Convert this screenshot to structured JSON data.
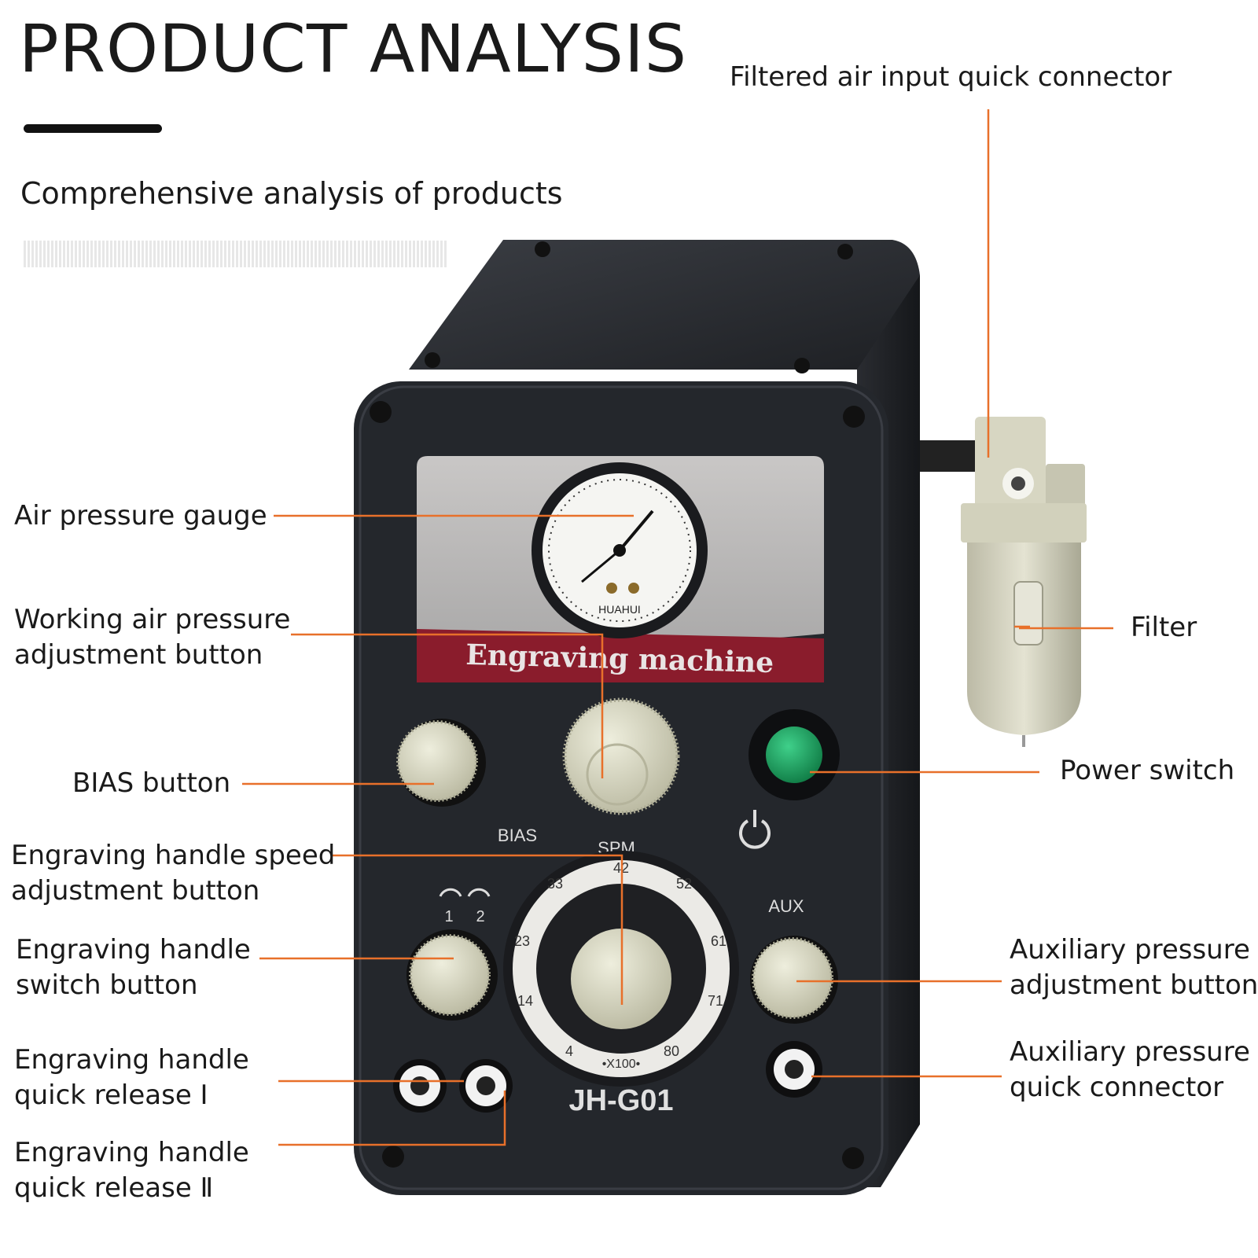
{
  "header": {
    "title": "PRODUCT ANALYSIS",
    "subtitle": "Comprehensive analysis of products"
  },
  "callouts": {
    "air_input": [
      "Filtered air input quick connector"
    ],
    "gauge": [
      "Air pressure gauge"
    ],
    "working_pressure": [
      "Working air pressure",
      "adjustment button"
    ],
    "filter": [
      "Filter"
    ],
    "bias": [
      "BIAS button"
    ],
    "power": [
      "Power switch"
    ],
    "speed": [
      "Engraving handle speed",
      "adjustment button"
    ],
    "handle_switch": [
      "Engraving handle",
      "switch button"
    ],
    "aux_pressure": [
      "Auxiliary pressure",
      "adjustment button"
    ],
    "aux_connector": [
      "Auxiliary pressure",
      "quick connector"
    ],
    "release_1": [
      "Engraving handle",
      "quick release Ⅰ"
    ],
    "release_2": [
      "Engraving handle",
      "quick release Ⅱ"
    ]
  },
  "machine": {
    "banner": "Engraving machine",
    "model": "JH-G01",
    "gauge_brand": "HUAHUI",
    "bias_label": "BIAS",
    "spm_label": "SPM",
    "aux_label": "AUX",
    "multiplier": "•X100•",
    "dial_scale": [
      "4",
      "14",
      "23",
      "33",
      "42",
      "52",
      "61",
      "71",
      "80"
    ],
    "handle_nums": [
      "1",
      "2"
    ]
  },
  "colors": {
    "leader_line": "#e8702a",
    "body": "#24272c",
    "banner": "#8a1c2c",
    "knob": "#d8d7bf",
    "power_button": "#1a9a5a"
  }
}
